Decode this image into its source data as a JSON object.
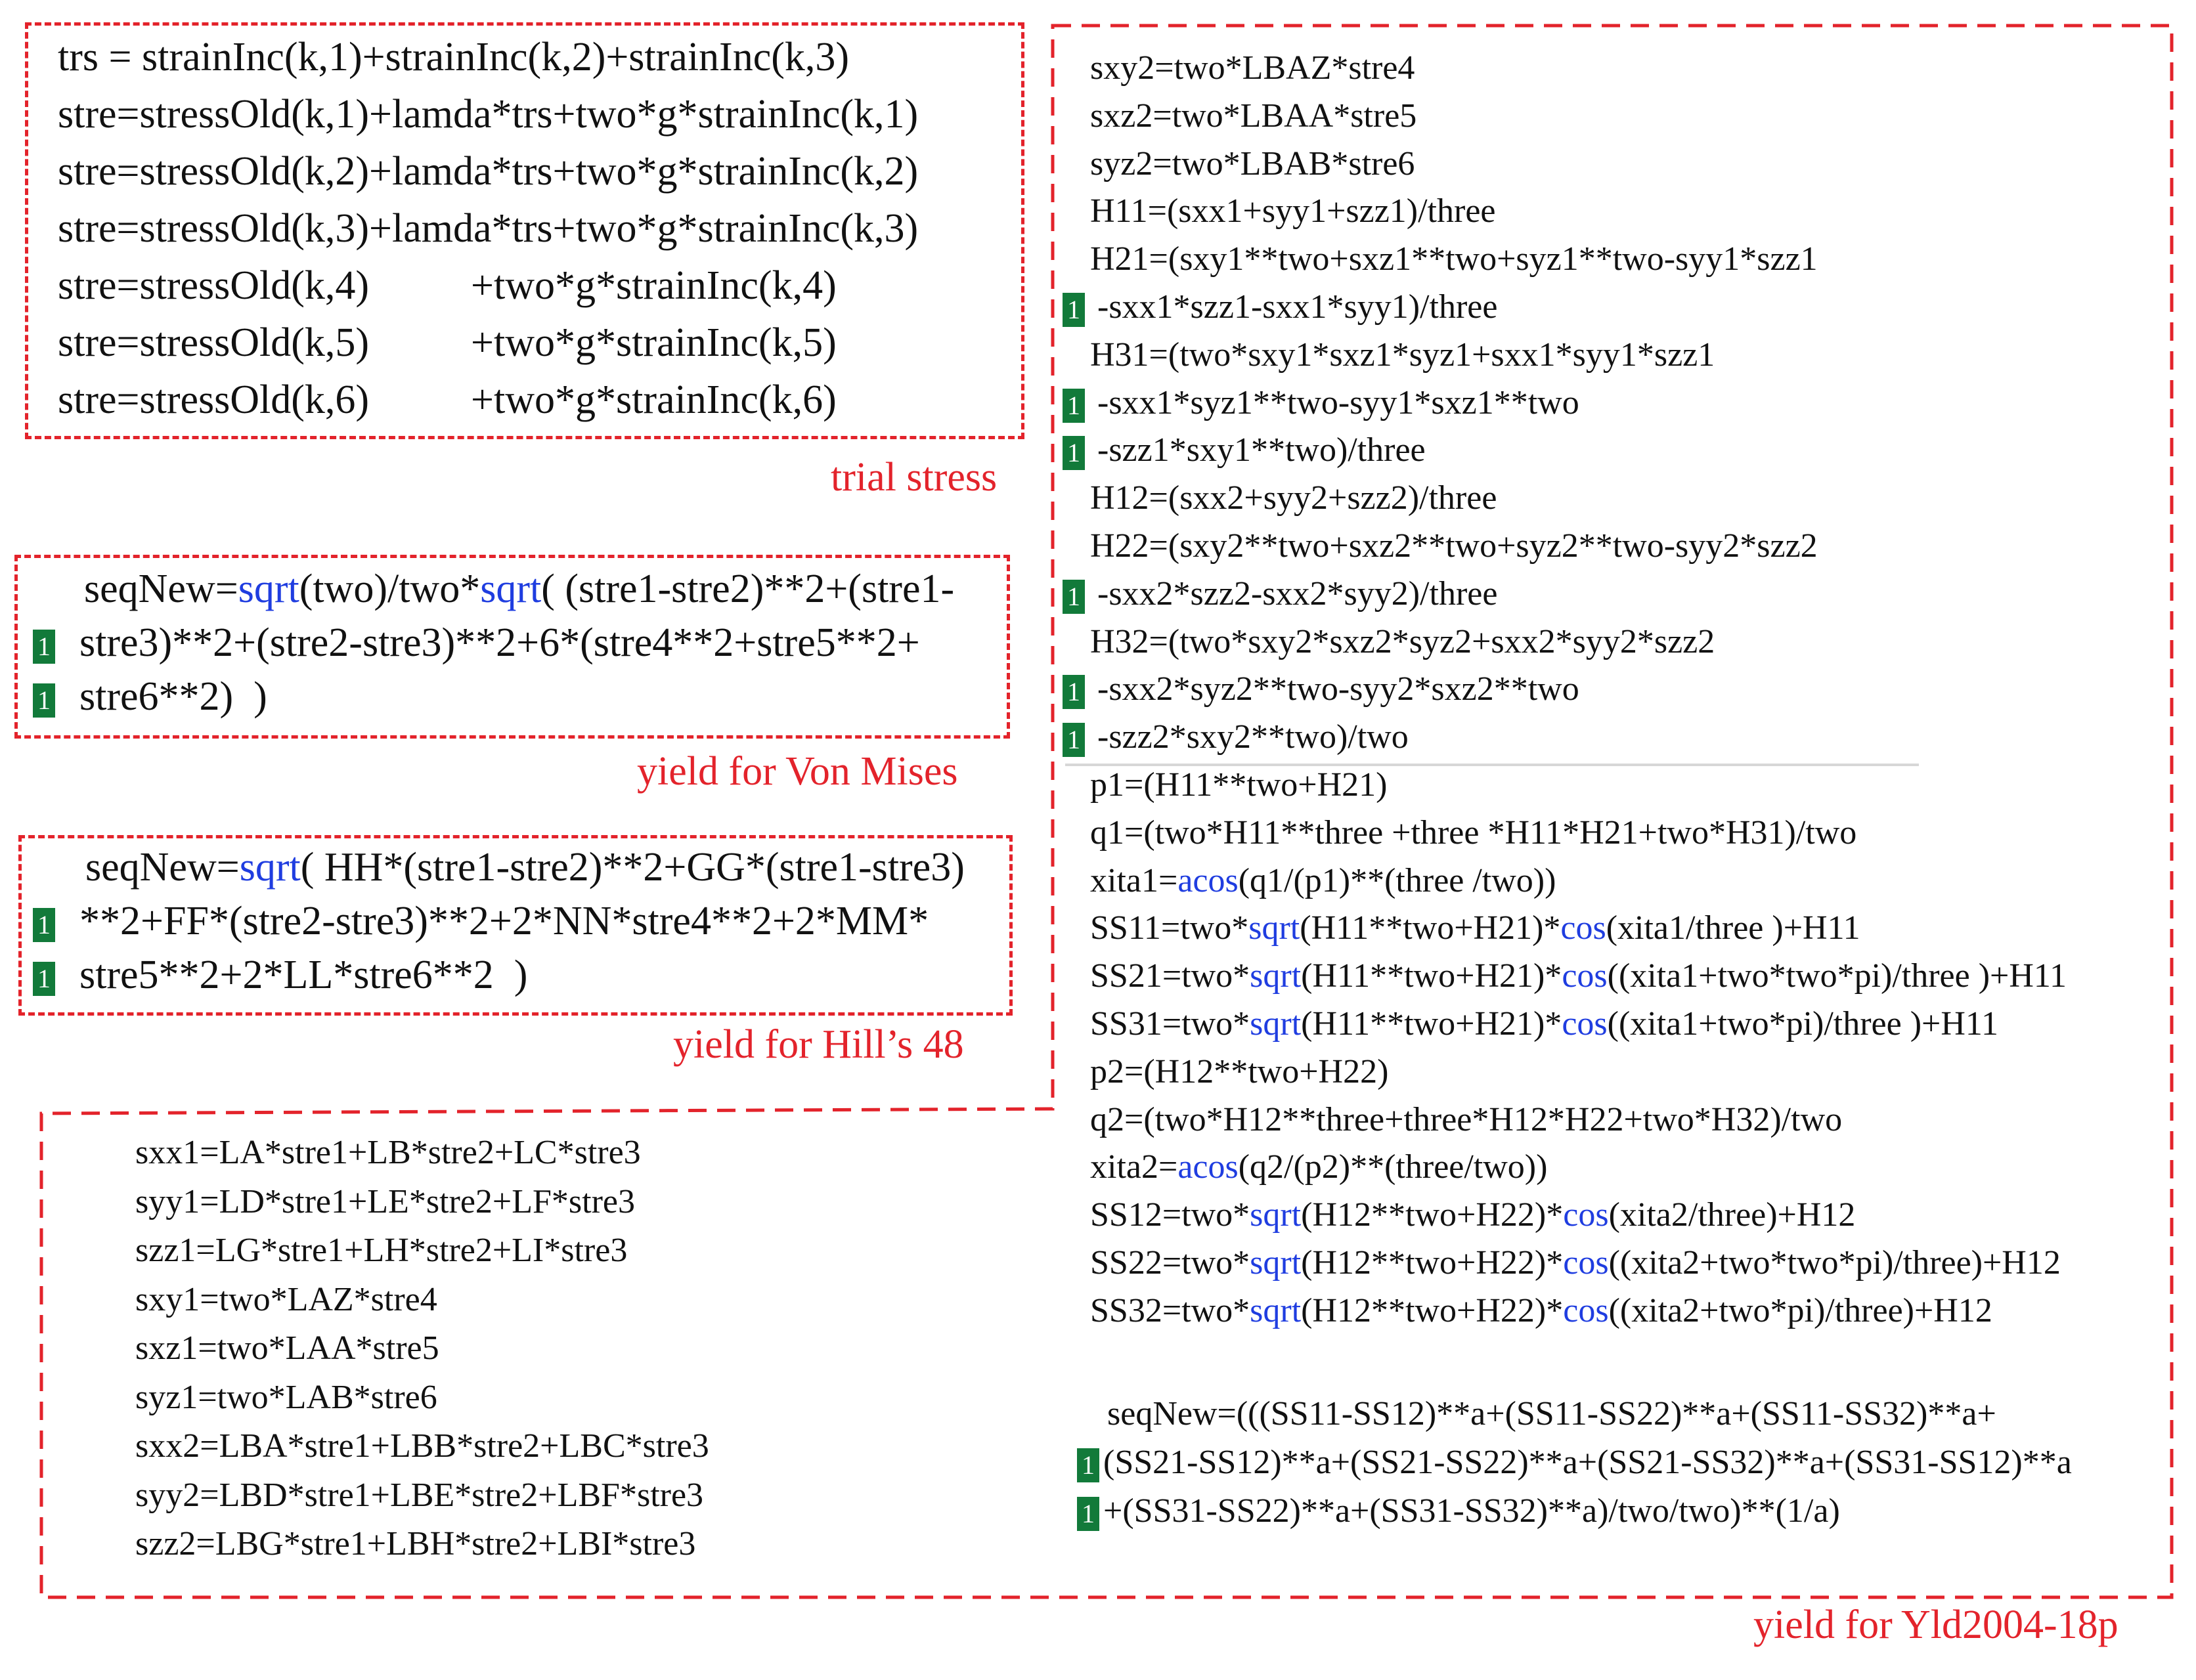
{
  "trial": {
    "caption": "trial stress",
    "lines": [
      "trs = strainInc(k,1)+strainInc(k,2)+strainInc(k,3)",
      "stre=stressOld(k,1)+lamda*trs+two*g*strainInc(k,1)",
      "stre=stressOld(k,2)+lamda*trs+two*g*strainInc(k,2)",
      "stre=stressOld(k,3)+lamda*trs+two*g*strainInc(k,3)",
      "stre=stressOld(k,4)          +two*g*strainInc(k,4)",
      "stre=stressOld(k,5)          +two*g*strainInc(k,5)",
      "stre=stressOld(k,6)          +two*g*strainInc(k,6)"
    ]
  },
  "vonmises": {
    "caption": "yield for Von Mises",
    "lines": [
      {
        "mark": "",
        "segments": [
          "seqNew=",
          "sqrt",
          "(two)/two*",
          "sqrt",
          "( (stre1-stre2)**2+(stre1-"
        ]
      },
      {
        "mark": "1",
        "segments": [
          "stre3)**2+(stre2-stre3)**2+6*(stre4**2+stre5**2+"
        ]
      },
      {
        "mark": "1",
        "segments": [
          "stre6**2)  )"
        ]
      }
    ]
  },
  "hill": {
    "caption": "yield for Hill’s 48",
    "lines": [
      {
        "mark": "",
        "segments": [
          "seqNew=",
          "sqrt",
          "( HH*(stre1-stre2)**2+GG*(stre1-stre3)"
        ]
      },
      {
        "mark": "1",
        "segments": [
          "**2+FF*(stre2-stre3)**2+2*NN*stre4**2+2*MM*"
        ]
      },
      {
        "mark": "1",
        "segments": [
          "stre5**2+2*LL*stre6**2  )"
        ]
      }
    ]
  },
  "yld": {
    "caption": "yield for Yld2004-18p",
    "left_lines": [
      "sxx1=LA*stre1+LB*stre2+LC*stre3",
      "syy1=LD*stre1+LE*stre2+LF*stre3",
      "szz1=LG*stre1+LH*stre2+LI*stre3",
      "sxy1=two*LAZ*stre4",
      "sxz1=two*LAA*stre5",
      "syz1=two*LAB*stre6",
      "sxx2=LBA*stre1+LBB*stre2+LBC*stre3",
      "syy2=LBD*stre1+LBE*stre2+LBF*stre3",
      "szz2=LBG*stre1+LBH*stre2+LBI*stre3"
    ],
    "right_lines": [
      {
        "mark": "",
        "segments": [
          "sxy2=two*LBAZ*stre4"
        ]
      },
      {
        "mark": "",
        "segments": [
          "sxz2=two*LBAA*stre5"
        ]
      },
      {
        "mark": "",
        "segments": [
          "syz2=two*LBAB*stre6"
        ]
      },
      {
        "mark": "",
        "segments": [
          "H11=(sxx1+syy1+szz1)/three"
        ]
      },
      {
        "mark": "",
        "segments": [
          "H21=(sxy1**two+sxz1**two+syz1**two-syy1*szz1"
        ]
      },
      {
        "mark": "1",
        "segments": [
          " -sxx1*szz1-sxx1*syy1)/three"
        ]
      },
      {
        "mark": "",
        "segments": [
          "H31=(two*sxy1*sxz1*syz1+sxx1*syy1*szz1"
        ]
      },
      {
        "mark": "1",
        "segments": [
          " -sxx1*syz1**two-syy1*sxz1**two"
        ]
      },
      {
        "mark": "1",
        "segments": [
          " -szz1*sxy1**two)/three"
        ]
      },
      {
        "mark": "",
        "segments": [
          "H12=(sxx2+syy2+szz2)/three"
        ]
      },
      {
        "mark": "",
        "segments": [
          "H22=(sxy2**two+sxz2**two+syz2**two-syy2*szz2"
        ]
      },
      {
        "mark": "1",
        "segments": [
          " -sxx2*szz2-sxx2*syy2)/three"
        ]
      },
      {
        "mark": "",
        "segments": [
          "H32=(two*sxy2*sxz2*syz2+sxx2*syy2*szz2"
        ]
      },
      {
        "mark": "1",
        "segments": [
          " -sxx2*syz2**two-syy2*sxz2**two"
        ]
      },
      {
        "mark": "1",
        "segments": [
          " -szz2*sxy2**two)/two"
        ]
      },
      {
        "mark": "",
        "segments": [
          "p1=(H11**two+H21)"
        ]
      },
      {
        "mark": "",
        "segments": [
          "q1=(two*H11**three +three *H11*H21+two*H31)/two"
        ]
      },
      {
        "mark": "",
        "segments": [
          "xita1=",
          "acos",
          "(q1/(p1)**(three /two))"
        ]
      },
      {
        "mark": "",
        "segments": [
          "SS11=two*",
          "sqrt",
          "(H11**two+H21)*",
          "cos",
          "(xita1/three )+H11"
        ]
      },
      {
        "mark": "",
        "segments": [
          "SS21=two*",
          "sqrt",
          "(H11**two+H21)*",
          "cos",
          "((xita1+two*two*pi)/three )+H11"
        ]
      },
      {
        "mark": "",
        "segments": [
          "SS31=two*",
          "sqrt",
          "(H11**two+H21)*",
          "cos",
          "((xita1+two*pi)/three )+H11"
        ]
      },
      {
        "mark": "",
        "segments": [
          "p2=(H12**two+H22)"
        ]
      },
      {
        "mark": "",
        "segments": [
          "q2=(two*H12**three+three*H12*H22+two*H32)/two"
        ]
      },
      {
        "mark": "",
        "segments": [
          "xita2=",
          "acos",
          "(q2/(p2)**(three/two))"
        ]
      },
      {
        "mark": "",
        "segments": [
          "SS12=two*",
          "sqrt",
          "(H12**two+H22)*",
          "cos",
          "(xita2/three)+H12"
        ]
      },
      {
        "mark": "",
        "segments": [
          "SS22=two*",
          "sqrt",
          "(H12**two+H22)*",
          "cos",
          "((xita2+two*two*pi)/three)+H12"
        ]
      },
      {
        "mark": "",
        "segments": [
          "SS32=two*",
          "sqrt",
          "(H12**two+H22)*",
          "cos",
          "((xita2+two*pi)/three)+H12"
        ]
      }
    ],
    "seq_lines": [
      {
        "mark": "",
        "segments": [
          "  seqNew=(((SS11-SS12)**a+(SS11-SS22)**a+(SS11-SS32)**a+"
        ]
      },
      {
        "mark": "1",
        "segments": [
          "(SS21-SS12)**a+(SS21-SS22)**a+(SS21-SS32)**a+(SS31-SS12)**a"
        ]
      },
      {
        "mark": "1",
        "segments": [
          "+(SS31-SS22)**a+(SS31-SS32)**a)/two/two)**(1/a)"
        ]
      }
    ]
  },
  "colors": {
    "box": "#e3232b",
    "keyword": "#1f3de0",
    "mark": "#127a3a"
  }
}
